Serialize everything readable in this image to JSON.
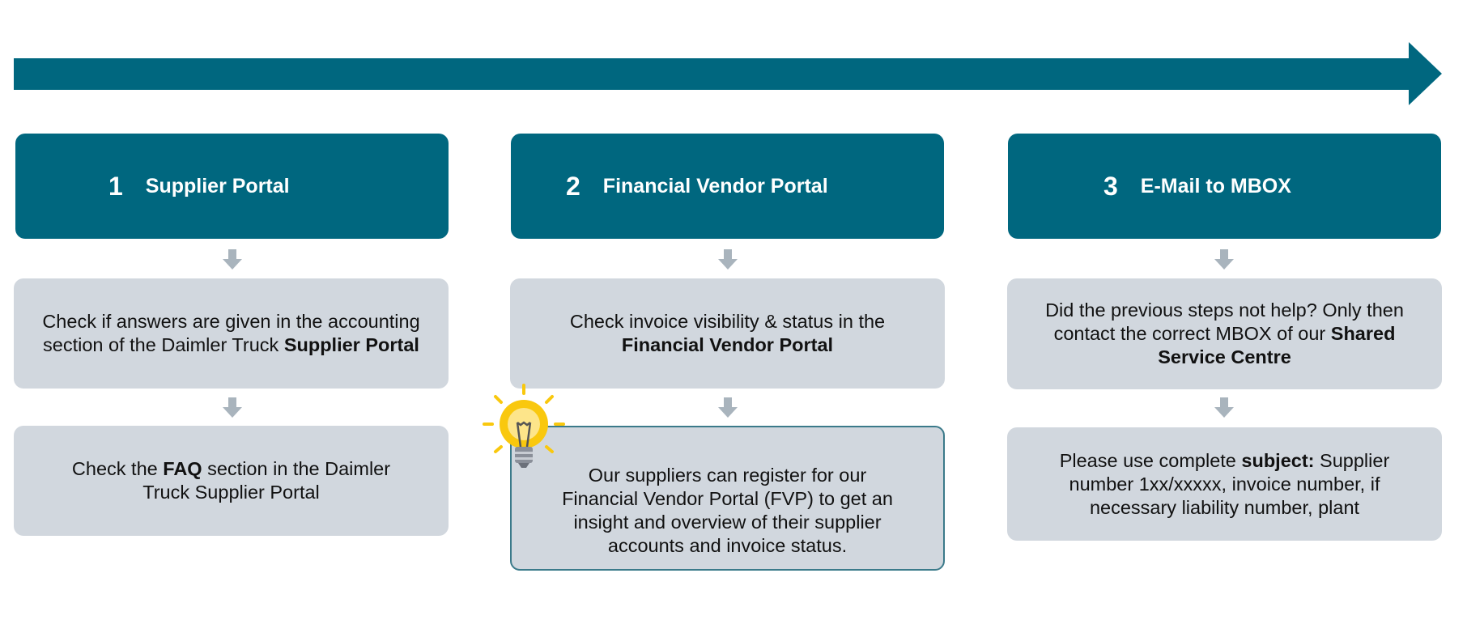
{
  "colors": {
    "accent": "#00677f",
    "box": "#d1d7de",
    "arrow": "#a9b4bd",
    "bulb": "#f9c80e"
  },
  "steps": [
    {
      "number": "1",
      "title": "Supplier Portal",
      "box1": {
        "a": "Check if answers are given in the accounting section of the Daimler Truck ",
        "b": "Supplier Portal",
        "c": ""
      },
      "box2": {
        "a": "Check the ",
        "b": "FAQ",
        "c": " section in the Daimler Truck Supplier Portal"
      }
    },
    {
      "number": "2",
      "title": "Financial Vendor Portal",
      "box1": {
        "a": "Check invoice visibility & status in the ",
        "b": "Financial Vendor Portal",
        "c": ""
      },
      "box2": {
        "a": "Our suppliers can register for our Financial Vendor Portal (FVP) to get an insight and overview of their supplier accounts and invoice status.",
        "b": "",
        "c": ""
      },
      "tip_icon": "lightbulb-icon"
    },
    {
      "number": "3",
      "title": "E-Mail to MBOX",
      "box1": {
        "a": "Did the previous steps not help? Only then contact the correct MBOX of our ",
        "b": "Shared Service Centre",
        "c": ""
      },
      "box2": {
        "a": "Please use complete ",
        "b": "subject:",
        "c": " Supplier number 1xx/xxxxx, invoice number, if necessary liability number, plant"
      }
    }
  ]
}
